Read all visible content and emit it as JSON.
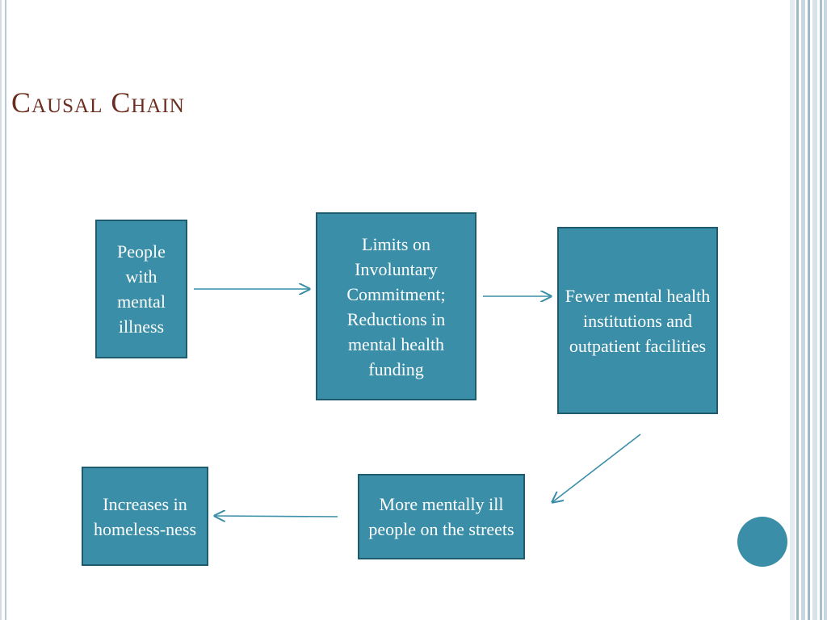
{
  "slide": {
    "title": "Causal Chain",
    "accent_color": "#3a8ea7",
    "title_color": "#6b2d1f"
  },
  "diagram": {
    "nodes": [
      {
        "id": "people",
        "text": "People with mental illness"
      },
      {
        "id": "limits",
        "text": "Limits on Involuntary Commitment; Reductions in mental health funding"
      },
      {
        "id": "fewer",
        "text": "Fewer mental health institutions and outpatient facilities"
      },
      {
        "id": "streets",
        "text": "More mentally ill people on the streets"
      },
      {
        "id": "homeless",
        "text": "Increases in homeless-ness"
      }
    ],
    "edges": [
      {
        "from": "people",
        "to": "limits"
      },
      {
        "from": "limits",
        "to": "fewer"
      },
      {
        "from": "fewer",
        "to": "streets"
      },
      {
        "from": "streets",
        "to": "homeless"
      }
    ]
  }
}
